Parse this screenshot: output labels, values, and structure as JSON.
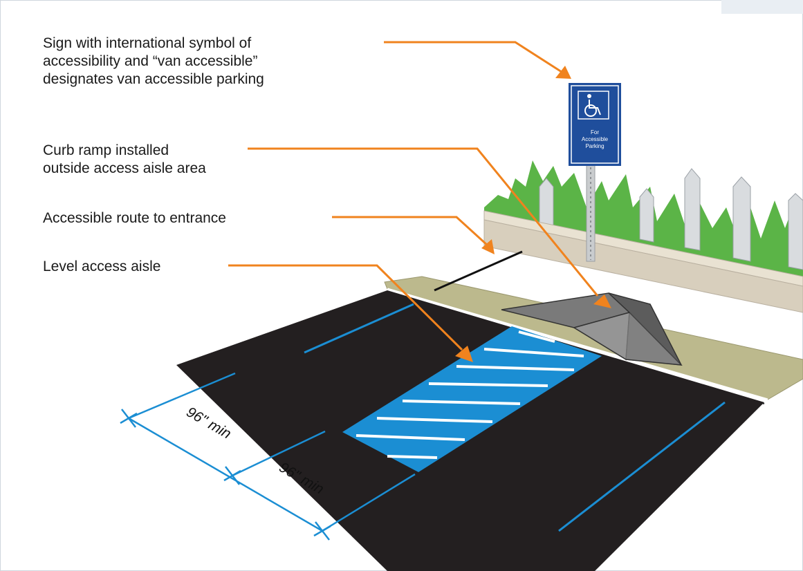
{
  "callouts": {
    "sign": {
      "lines": [
        "Sign with international symbol of",
        "accessibility and “van accessible”",
        "designates van accessible parking"
      ]
    },
    "curb_ramp": {
      "lines": [
        "Curb ramp installed",
        "outside access aisle area"
      ]
    },
    "route": {
      "lines": [
        "Accessible route to entrance"
      ]
    },
    "aisle": {
      "lines": [
        "Level access aisle"
      ]
    }
  },
  "sign": {
    "icon": "wheelchair-icon",
    "lines": [
      "For",
      "Accessible",
      "Parking"
    ]
  },
  "dimensions": {
    "first": "96\" min",
    "second": "96\" min"
  },
  "colors": {
    "arrow": "#f0831e",
    "asphalt": "#231f20",
    "aisle_blue": "#1b8ed3",
    "line_blue": "#1b8ed3",
    "sidewalk": "#bcb98d",
    "curb": "#e9e2d2",
    "grass": "#5bb447",
    "sign_blue": "#1f4e9c",
    "ramp": "#6e6e6e"
  }
}
